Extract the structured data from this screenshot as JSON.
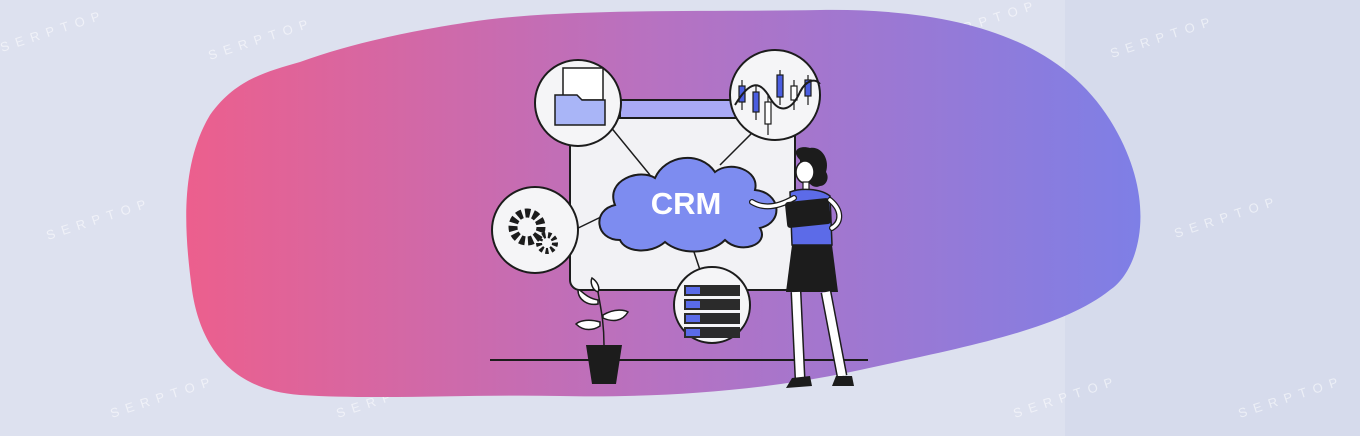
{
  "illustration": {
    "cloud_label": "CRM",
    "watermark_text": "SERPTOP"
  },
  "colors": {
    "background": "#dde1ef",
    "blob_left": "#ec5f8d",
    "blob_mid": "#b672c2",
    "blob_right": "#7e7fe6",
    "accent_blue": "#7d8cf0",
    "outline": "#1c1c1c",
    "panel": "#f2f2f5"
  },
  "icons": {
    "top_left_bubble": "folder-icon",
    "top_right_bubble": "candlestick-chart-icon",
    "left_bubble": "gears-icon",
    "bottom_bubble": "server-rack-icon",
    "figure": "woman-with-tablet",
    "plant": "potted-plant"
  }
}
